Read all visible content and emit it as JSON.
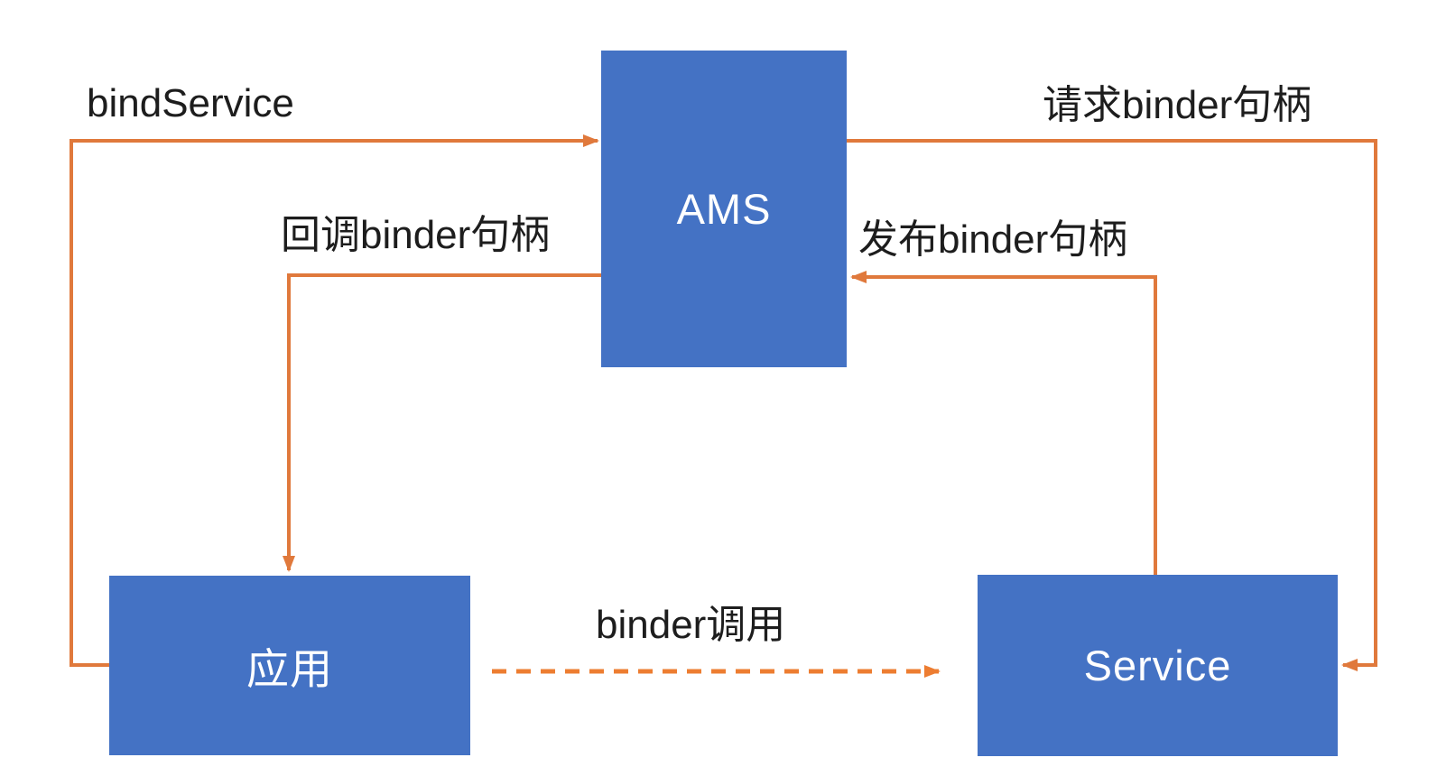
{
  "diagram": {
    "nodes": [
      {
        "id": "ams",
        "label": "AMS"
      },
      {
        "id": "app",
        "label": "应用"
      },
      {
        "id": "service",
        "label": "Service"
      }
    ],
    "edges": [
      {
        "id": "bind-service",
        "label": "bindService",
        "from": "app",
        "to": "ams",
        "style": "solid"
      },
      {
        "id": "request-binder",
        "label": "请求binder句柄",
        "from": "ams",
        "to": "service",
        "style": "solid"
      },
      {
        "id": "callback-binder",
        "label": "回调binder句柄",
        "from": "ams",
        "to": "app",
        "style": "solid"
      },
      {
        "id": "publish-binder",
        "label": "发布binder句柄",
        "from": "service",
        "to": "ams",
        "style": "solid"
      },
      {
        "id": "binder-call",
        "label": "binder调用",
        "from": "app",
        "to": "service",
        "style": "dashed"
      }
    ],
    "colors": {
      "node_fill": "#4472c4",
      "node_text": "#ffffff",
      "arrow_solid": "#e0793c",
      "arrow_dashed": "#ed7d31",
      "label_text": "#1d1d1d",
      "background": "#ffffff"
    }
  }
}
